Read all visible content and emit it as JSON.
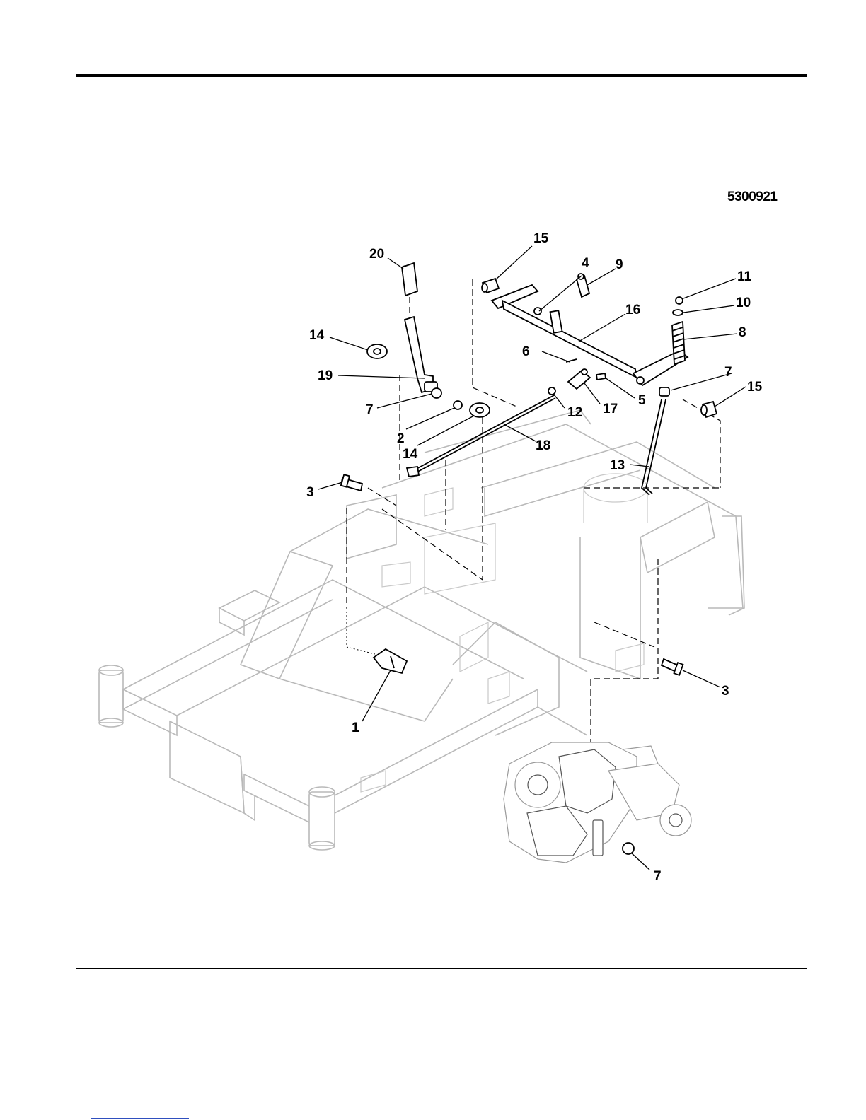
{
  "header": {
    "reference_number": "5300921"
  },
  "callouts": [
    {
      "id": "c20",
      "label": "20"
    },
    {
      "id": "c15a",
      "label": "15"
    },
    {
      "id": "c4",
      "label": "4"
    },
    {
      "id": "c9",
      "label": "9"
    },
    {
      "id": "c11",
      "label": "11"
    },
    {
      "id": "c10",
      "label": "10"
    },
    {
      "id": "c16",
      "label": "16"
    },
    {
      "id": "c8",
      "label": "8"
    },
    {
      "id": "c14a",
      "label": "14"
    },
    {
      "id": "c6",
      "label": "6"
    },
    {
      "id": "c19",
      "label": "19"
    },
    {
      "id": "c7a",
      "label": "7"
    },
    {
      "id": "c15b",
      "label": "15"
    },
    {
      "id": "c7b",
      "label": "7"
    },
    {
      "id": "c12",
      "label": "12"
    },
    {
      "id": "c17",
      "label": "17"
    },
    {
      "id": "c5",
      "label": "5"
    },
    {
      "id": "c2",
      "label": "2"
    },
    {
      "id": "c14b",
      "label": "14"
    },
    {
      "id": "c18",
      "label": "18"
    },
    {
      "id": "c13",
      "label": "13"
    },
    {
      "id": "c3a",
      "label": "3"
    },
    {
      "id": "c3b",
      "label": "3"
    },
    {
      "id": "c1",
      "label": "1"
    },
    {
      "id": "c7c",
      "label": "7"
    }
  ]
}
